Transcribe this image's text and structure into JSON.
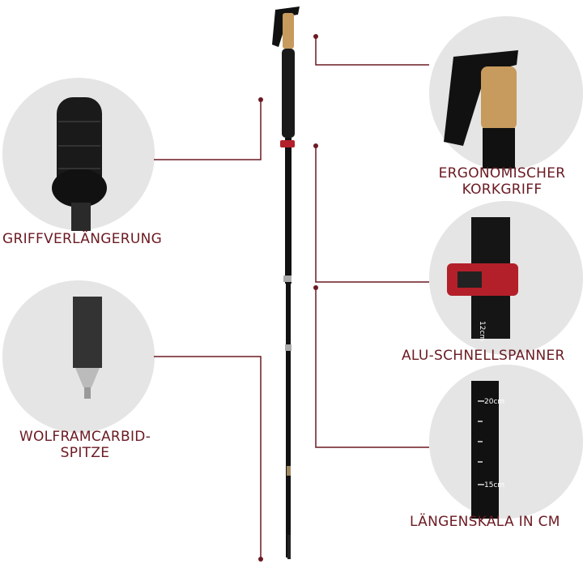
{
  "colors": {
    "accent": "#6b1a22",
    "circle": "#e5e5e5",
    "pole": "#111111"
  },
  "features": [
    {
      "id": "grip-extension",
      "label": "GRIFFVERLÄNGERUNG"
    },
    {
      "id": "tip",
      "label_line1": "WOLFRAMCARBID-",
      "label_line2": "SPITZE"
    },
    {
      "id": "cork-grip",
      "label_line1": "ERGONOMISCHER",
      "label_line2": "KORKGRIFF"
    },
    {
      "id": "quick-lock",
      "label": "ALU-SCHNELLSPANNER",
      "scale_text": "12cm"
    },
    {
      "id": "length-scale",
      "label": "LÄNGENSKALA IN CM",
      "scale_marks": [
        "20cm",
        "15cm"
      ]
    }
  ]
}
